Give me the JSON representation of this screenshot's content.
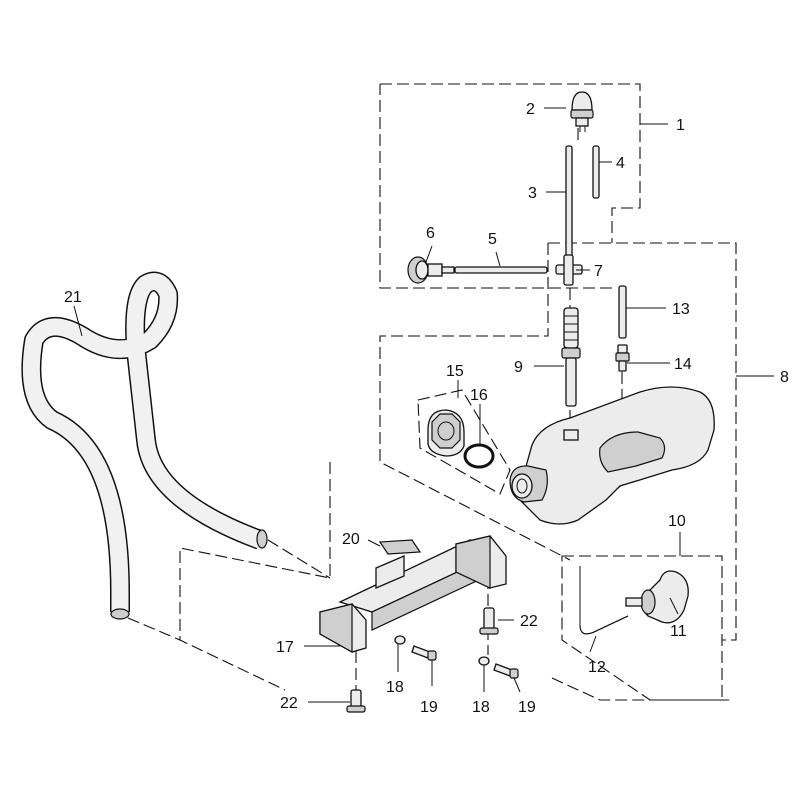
{
  "diagram": {
    "labels": {
      "p1": "1",
      "p2": "2",
      "p3": "3",
      "p4": "4",
      "p5": "5",
      "p6": "6",
      "p7": "7",
      "p8": "8",
      "p9": "9",
      "p10": "10",
      "p11": "11",
      "p12": "12",
      "p13": "13",
      "p14": "14",
      "p15": "15",
      "p16": "16",
      "p17": "17",
      "p18a": "18",
      "p18b": "18",
      "p19a": "19",
      "p19b": "19",
      "p20": "20",
      "p21": "21",
      "p22a": "22",
      "p22b": "22"
    }
  }
}
